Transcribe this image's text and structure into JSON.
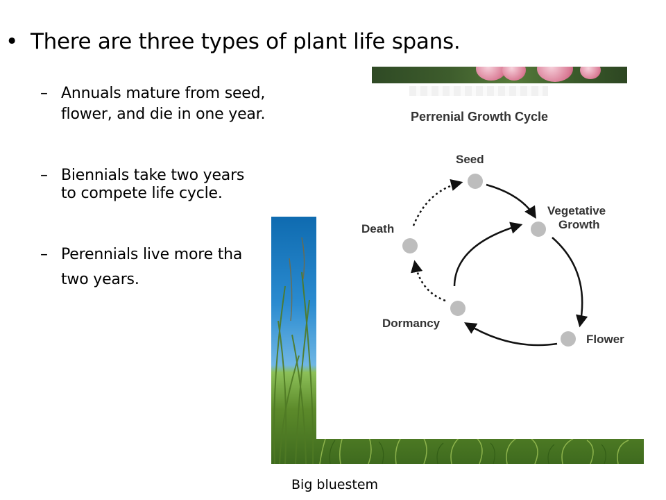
{
  "slide": {
    "main_bullet": "There are three types of plant life spans.",
    "bullet_glyph": "•",
    "dash_glyph": "–",
    "items": [
      {
        "line1": "Annuals mature from seed,",
        "line2": "flower, and die in one year."
      },
      {
        "line1": "Biennials take two years",
        "line2": "to compete life cycle."
      },
      {
        "line1": "Perennials live more tha",
        "line2": "two years."
      }
    ],
    "caption": "Big bluestem"
  },
  "diagram": {
    "title": "Perrenial Growth Cycle",
    "nodes": {
      "seed": "Seed",
      "vegetative_line1": "Vegetative",
      "vegetative_line2": "Growth",
      "flower": "Flower",
      "dormancy": "Dormancy",
      "death": "Death"
    },
    "colors": {
      "node_fill": "#bdbdbd",
      "arrow": "#111111",
      "label": "#333333"
    }
  }
}
